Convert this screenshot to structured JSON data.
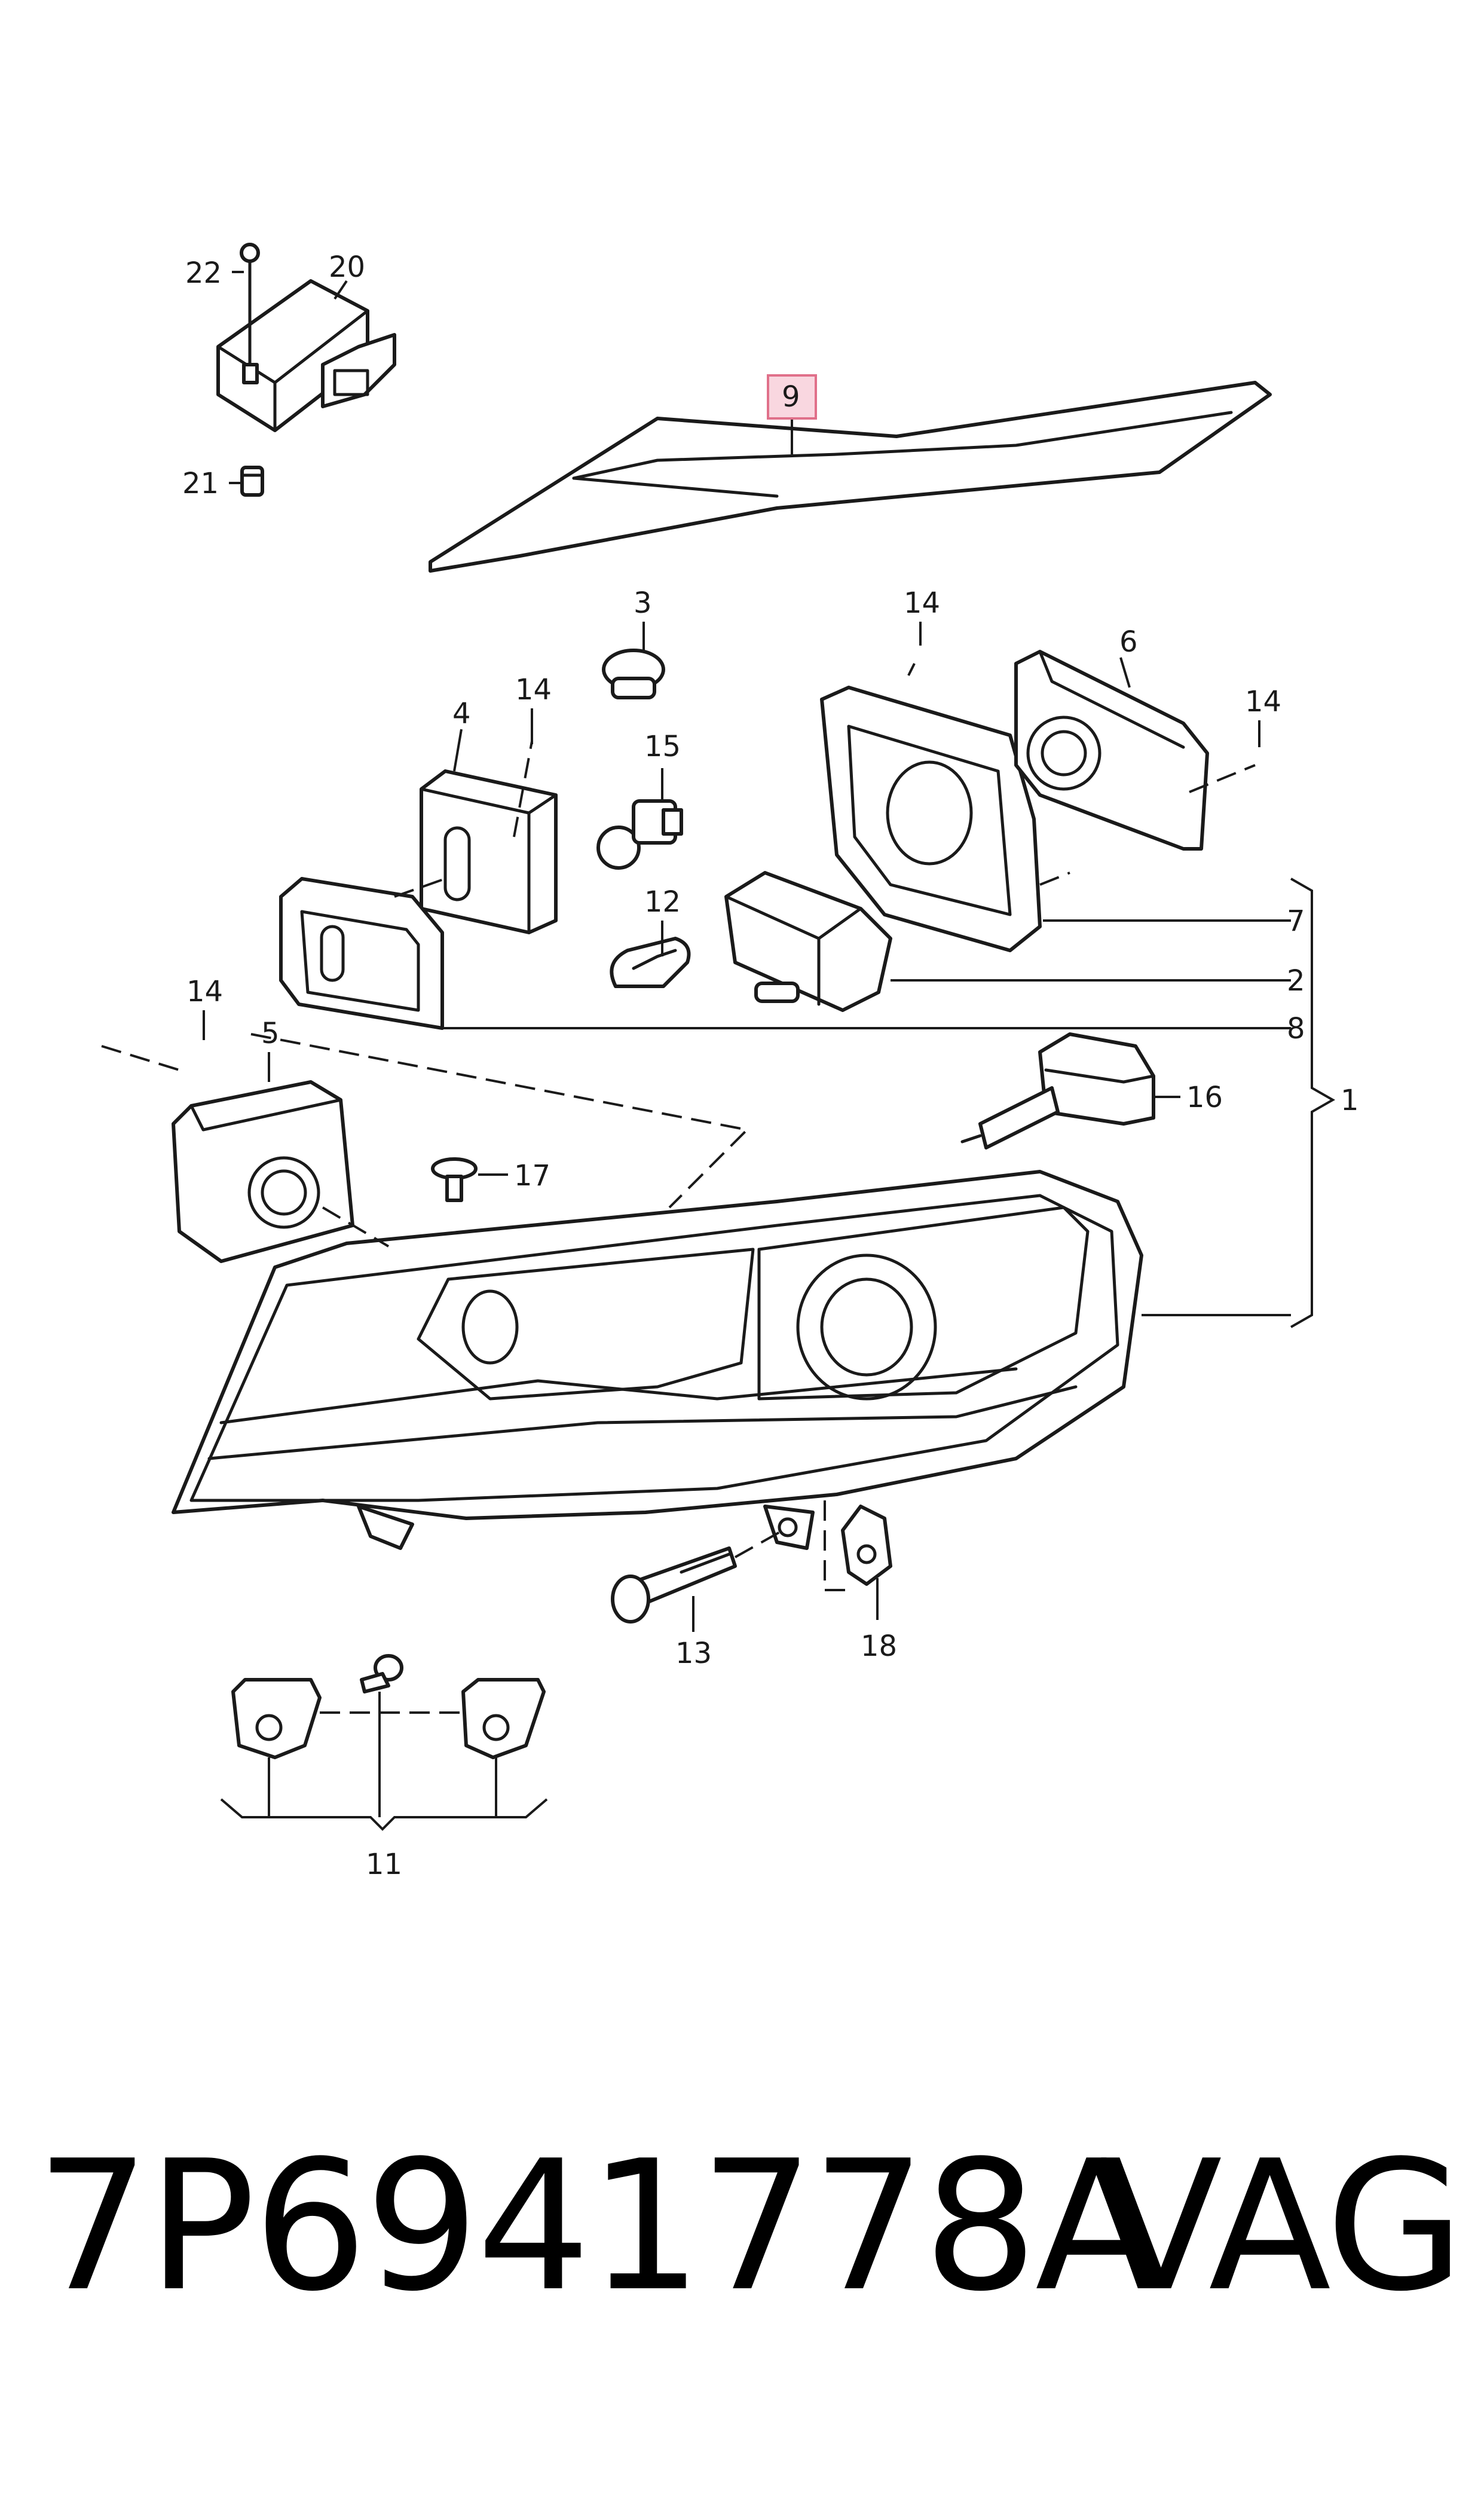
{
  "callouts": {
    "c1": "1",
    "c2": "2",
    "c3": "3",
    "c4": "4",
    "c5": "5",
    "c6": "6",
    "c7": "7",
    "c8": "8",
    "c9": "9",
    "c11": "11",
    "c12": "12",
    "c13": "13",
    "c14a": "14",
    "c14b": "14",
    "c14c": "14",
    "c14d": "14",
    "c15": "15",
    "c16": "16",
    "c17": "17",
    "c18": "18",
    "c20": "20",
    "c21": "21",
    "c22": "22"
  },
  "highlight_color": "#f9d7e0",
  "highlight_border": "#e0708a",
  "footer": {
    "part_number": "7P6941778A",
    "brand": "VAG"
  }
}
